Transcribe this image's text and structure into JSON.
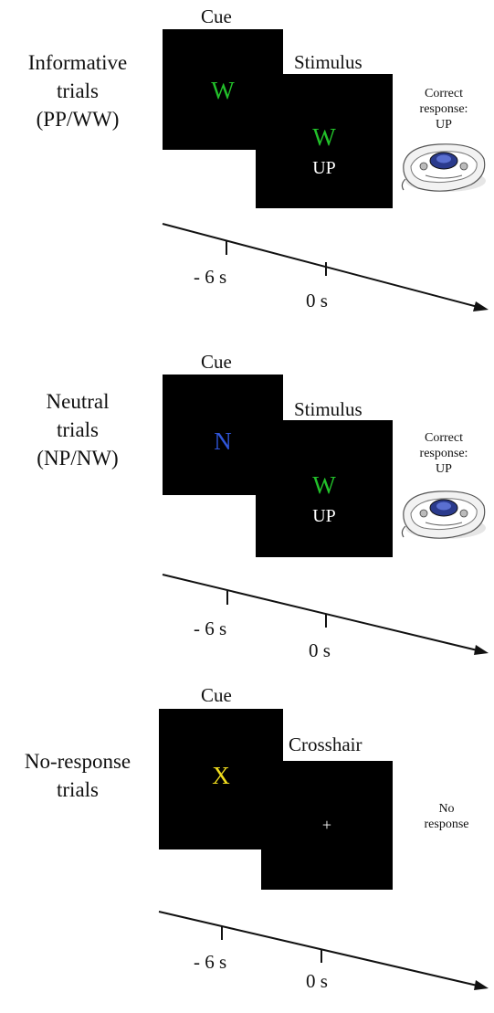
{
  "panels": [
    {
      "label_lines": [
        "Informative",
        "trials",
        "(PP/WW)"
      ],
      "cue": {
        "caption": "Cue",
        "symbol": "W",
        "symbol_color": "#22c02a"
      },
      "stimulus": {
        "caption": "Stimulus",
        "symbol": "W",
        "symbol_color": "#22c02a",
        "subtext": "UP"
      },
      "response_lines": [
        "Correct",
        "response:",
        "UP"
      ],
      "has_pad": true,
      "times": [
        "- 6 s",
        "0 s"
      ]
    },
    {
      "label_lines": [
        "Neutral",
        "trials",
        "(NP/NW)"
      ],
      "cue": {
        "caption": "Cue",
        "symbol": "N",
        "symbol_color": "#2f55d8"
      },
      "stimulus": {
        "caption": "Stimulus",
        "symbol": "W",
        "symbol_color": "#22c02a",
        "subtext": "UP"
      },
      "response_lines": [
        "Correct",
        "response:",
        "UP"
      ],
      "has_pad": true,
      "times": [
        "- 6 s",
        "0 s"
      ]
    },
    {
      "label_lines": [
        "No-response",
        "trials"
      ],
      "cue": {
        "caption": "Cue",
        "symbol": "X",
        "symbol_color": "#f0dc1e"
      },
      "stimulus": {
        "caption": "Crosshair",
        "symbol": "",
        "symbol_color": "#ffffff",
        "subtext": "",
        "crosshair": "+"
      },
      "response_lines": [
        "No",
        "response"
      ],
      "has_pad": false,
      "times": [
        "- 6 s",
        "0 s"
      ]
    }
  ]
}
